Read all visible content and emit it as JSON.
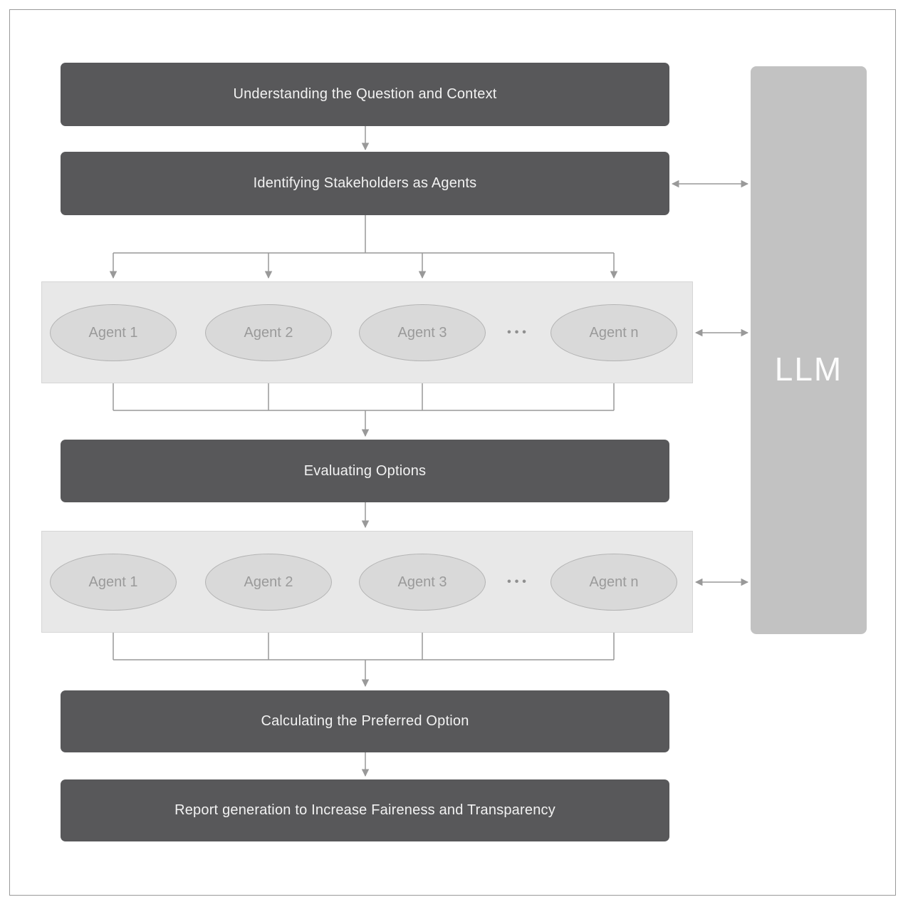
{
  "diagram": {
    "boxes": {
      "understanding": "Understanding the Question and Context",
      "identifying": "Identifying Stakeholders as Agents",
      "evaluating": "Evaluating Options",
      "calculating": "Calculating the Preferred Option",
      "report": "Report generation to Increase Faireness and Transparency"
    },
    "agent_rows": [
      {
        "agents": [
          "Agent 1",
          "Agent 2",
          "Agent 3",
          "Agent n"
        ],
        "ellipsis": "•••"
      },
      {
        "agents": [
          "Agent 1",
          "Agent 2",
          "Agent 3",
          "Agent n"
        ],
        "ellipsis": "•••"
      }
    ],
    "llm_label": "LLM",
    "colors": {
      "process_box": "#58585a",
      "process_text": "#f2f2f2",
      "agent_container": "#e8e8e8",
      "agent_ellipse": "#d9d9d9",
      "agent_border": "#b3b3b3",
      "agent_text": "#9a9a9a",
      "llm_box": "#c2c2c2",
      "llm_text": "#fcfcfc",
      "connector": "#999999",
      "frame_border": "#9a9a9a"
    }
  }
}
